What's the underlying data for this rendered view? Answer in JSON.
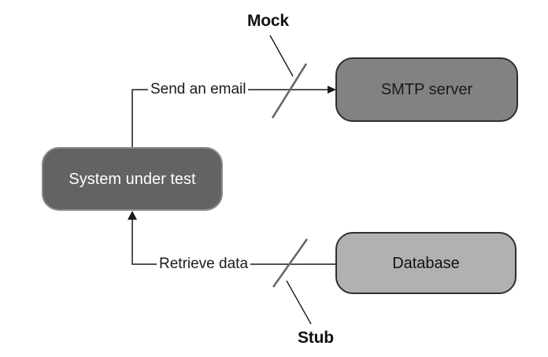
{
  "diagram": {
    "nodes": {
      "system_under_test": {
        "label": "System under test",
        "fill": "#636363",
        "text_color": "#ffffff"
      },
      "smtp_server": {
        "label": "SMTP server",
        "fill": "#828282",
        "text_color": "#1a1a1a"
      },
      "database": {
        "label": "Database",
        "fill": "#b1b1b1",
        "text_color": "#111111"
      }
    },
    "edges": {
      "send_email": {
        "label": "Send an email"
      },
      "retrieve_data": {
        "label": "Retrieve data"
      }
    },
    "annotations": {
      "mock": {
        "label": "Mock"
      },
      "stub": {
        "label": "Stub"
      }
    },
    "colors": {
      "line": "#1a1a1a",
      "slash": "#5f6b6f",
      "background": "#ffffff"
    }
  }
}
